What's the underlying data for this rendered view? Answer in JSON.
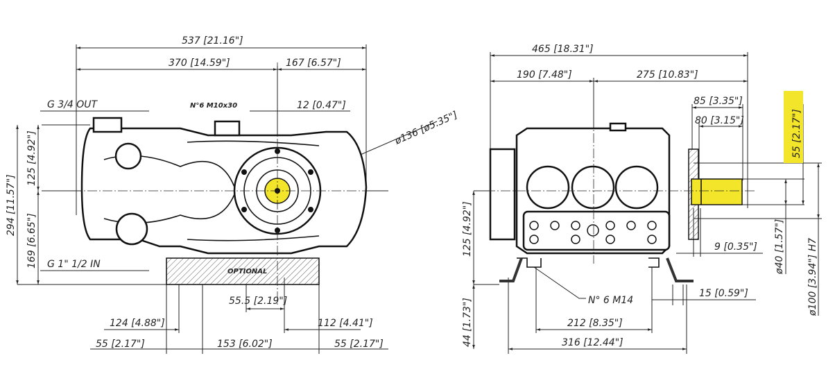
{
  "colors": {
    "highlight": "#f3e52a",
    "line": "#111111"
  },
  "side_view": {
    "overall_length": "537 [21.16\"]",
    "body_length": "370 [14.59\"]",
    "shaft_side_length": "167 [6.57\"]",
    "outlet": "G 3/4 OUT",
    "bolts": "N°6 M10x30",
    "offset": "12 [0.47\"]",
    "flange_diameter": "ø136 [ø5.35\"]",
    "upper_height": "125 [4.92\"]",
    "total_height": "294 [11.57\"]",
    "lower_height": "169 [6.65\"]",
    "inlet": "G 1\" 1/2 IN",
    "optional_label": "OPTIONAL",
    "center_offset": "55.5 [2.19\"]",
    "left_base": "124 [4.88\"]",
    "right_base": "112 [4.41\"]",
    "left_foot": "55 [2.17\"]",
    "foot_spacing": "153 [6.02\"]",
    "right_foot": "55 [2.17\"]"
  },
  "front_view": {
    "overall_width": "465 [18.31\"]",
    "left_width": "190 [7.48\"]",
    "right_width": "275 [10.83\"]",
    "shaft_length_85": "85 [3.35\"]",
    "shaft_length_80": "80 [3.15\"]",
    "shaft_key_highlight": "55 [2.17\"]",
    "shaft_height": "125 [4.92\"]",
    "flange_thickness": "9 [0.35\"]",
    "shaft_diameter": "ø40 [1.57\"]",
    "flange_pilot": "ø100 [3.94\"] H7",
    "mount_bolts": "N° 6 M14",
    "foot_thickness": "15 [0.59\"]",
    "inner_foot_spacing": "212 [8.35\"]",
    "foot_height": "44 [1.73\"]",
    "outer_foot_spacing": "316 [12.44\"]"
  }
}
